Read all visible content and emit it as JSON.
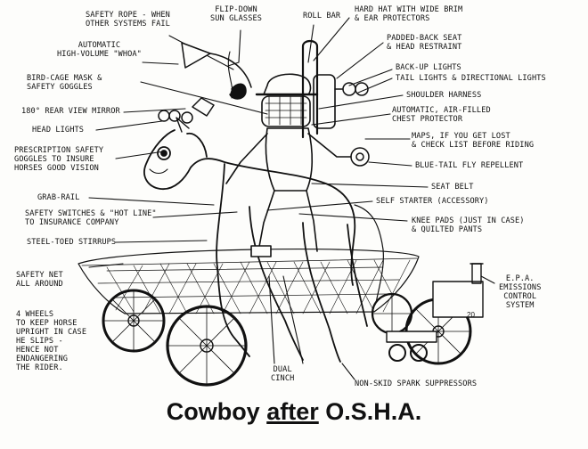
{
  "title": {
    "before": "Cowboy",
    "emphasis": "after",
    "after": "O.S.H.A."
  },
  "labels": {
    "safety_rope": "SAFETY ROPE - WHEN\nOTHER SYSTEMS FAIL",
    "flip_down_sunglasses": "FLIP-DOWN\nSUN GLASSES",
    "roll_bar": "ROLL BAR",
    "hard_hat": "HARD HAT WITH WIDE BRIM\n& EAR PROTECTORS",
    "padded_back_seat": "PADDED-BACK SEAT\n& HEAD RESTRAINT",
    "automatic_whoa": "AUTOMATIC\nHIGH-VOLUME \"WHOA\"",
    "back_up_lights": "BACK-UP LIGHTS",
    "tail_lights": "TAIL LIGHTS & DIRECTIONAL LIGHTS",
    "bird_cage_mask": "BIRD-CAGE MASK &\nSAFETY GOGGLES",
    "shoulder_harness": "SHOULDER HARNESS",
    "rear_view_mirror": "180° REAR VIEW MIRROR",
    "chest_protector": "AUTOMATIC, AIR-FILLED\nCHEST PROTECTOR",
    "head_lights": "HEAD LIGHTS",
    "maps": "MAPS, IF YOU GET LOST\n& CHECK LIST BEFORE RIDING",
    "prescription_goggles": "PRESCRIPTION SAFETY\nGOGGLES TO INSURE\nHORSES GOOD VISION",
    "fly_repellent": "BLUE-TAIL FLY REPELLENT",
    "seat_belt": "SEAT BELT",
    "grab_rail": "GRAB-RAIL",
    "self_starter": "SELF STARTER (ACCESSORY)",
    "safety_switches": "SAFETY SWITCHES & \"HOT LINE\"\nTO INSURANCE COMPANY",
    "knee_pads": "KNEE PADS (JUST IN CASE)\n& QUILTED PANTS",
    "steel_toed_stirrups": "STEEL-TOED STIRRUPS",
    "safety_net": "SAFETY NET\nALL AROUND",
    "epa_system": "E.P.A.\nEMISSIONS\nCONTROL\nSYSTEM",
    "four_wheels": "4 WHEELS\nTO KEEP HORSE\nUPRIGHT IN CASE\nHE SLIPS -\nHENCE NOT\nENDANGERING\nTHE RIDER.",
    "dual_cinch": "DUAL\nCINCH",
    "spark_suppressors": "NON-SKID SPARK SUPPRESSORS"
  },
  "engine_plate": "20"
}
